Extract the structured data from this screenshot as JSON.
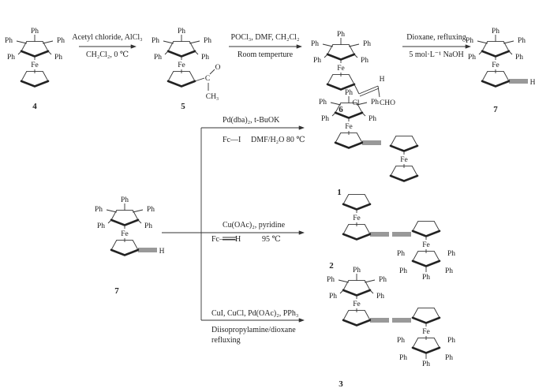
{
  "title": "Synthesis of pentaphenylferrocene ethynyl compounds",
  "atoms": {
    "fe": "Fe",
    "ph": "Ph",
    "h": "H",
    "cl": "Cl",
    "cho": "CHO",
    "o": "O",
    "c": "C",
    "ch3": "CH₃"
  },
  "compounds": {
    "c4": "4",
    "c5": "5",
    "c6": "6",
    "c7": "7",
    "c7b": "7",
    "c1": "1",
    "c2": "2",
    "c3": "3"
  },
  "steps": {
    "s1_above": "Acetyl chloride, AlCl₃",
    "s1_below": "CH₂Cl₂, 0 ℃",
    "s2_above": "POCl₃, DMF, CH₂Cl₂",
    "s2_below": "Room temperture",
    "s3_above": "Dioxane, refluxing",
    "s3_below": "5 mol·L⁻¹ NaOH",
    "b1_above": "Pd(dba)₂, t-BuOK",
    "b1_below_reagent": "Fc—I",
    "b1_below_cond": "DMF/H₂O   80 ℃",
    "b2_above": "Cu(OAc)₂, pyridine",
    "b2_below_reagent": "Fc——H",
    "b2_below_cond": "95 ℃",
    "b3_above": "CuI, CuCl, Pd(OAc)₂, PPh₃",
    "b3_below1": "Diisopropylamine/dioxane",
    "b3_below2": "refluxing"
  }
}
